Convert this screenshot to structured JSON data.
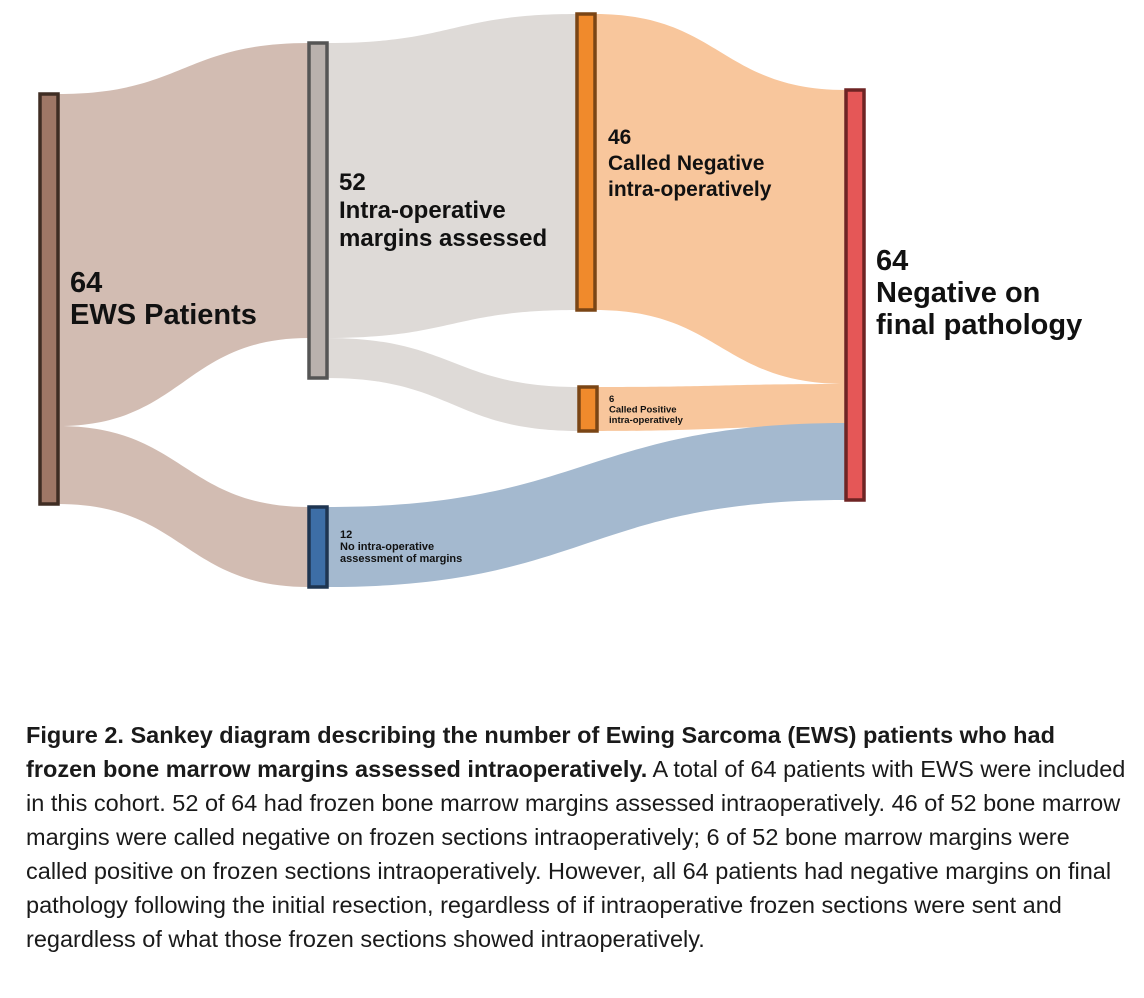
{
  "diagram": {
    "type": "sankey",
    "nodes": [
      {
        "id": "ews",
        "value": "64",
        "label": [
          "EWS Patients"
        ],
        "fill": "#9f7766",
        "stroke": "#3f2d23"
      },
      {
        "id": "assessed",
        "value": "52",
        "label": [
          "Intra-operative",
          "margins assessed"
        ],
        "fill": "#b9b1ad",
        "stroke": "#555555"
      },
      {
        "id": "no_assessment",
        "value": "12",
        "label": [
          "No intra-operative",
          "assessment of margins"
        ],
        "fill": "#3d6ea6",
        "stroke": "#1e3551"
      },
      {
        "id": "neg_called",
        "value": "46",
        "label": [
          "Called Negative",
          "intra-operatively"
        ],
        "fill": "#f08a2c",
        "stroke": "#7a4515"
      },
      {
        "id": "pos_called",
        "value": "6",
        "label": [
          "Called Positive",
          "intra-operatively"
        ],
        "fill": "#f08a2c",
        "stroke": "#7a4515"
      },
      {
        "id": "final_neg",
        "value": "64",
        "label": [
          "Negative on",
          "final pathology"
        ],
        "fill": "#e55757",
        "stroke": "#6e2424"
      }
    ],
    "links": [
      {
        "source": "ews",
        "target": "assessed",
        "value": 52,
        "color": "#d2bcb2"
      },
      {
        "source": "ews",
        "target": "no_assessment",
        "value": 12,
        "color": "#d2bcb2"
      },
      {
        "source": "assessed",
        "target": "neg_called",
        "value": 46,
        "color": "#dedad7"
      },
      {
        "source": "assessed",
        "target": "pos_called",
        "value": 6,
        "color": "#dedad7"
      },
      {
        "source": "neg_called",
        "target": "final_neg",
        "value": 46,
        "color": "#f8c69c"
      },
      {
        "source": "pos_called",
        "target": "final_neg",
        "value": 6,
        "color": "#f8c69c"
      },
      {
        "source": "no_assessment",
        "target": "final_neg",
        "value": 12,
        "color": "#a4b9cf"
      }
    ]
  },
  "caption": {
    "bold": "Figure 2. Sankey diagram describing the number of Ewing Sarcoma (EWS) patients who had frozen bone marrow margins assessed intraoperatively.",
    "text": " A total of 64 patients with EWS were included in this cohort. 52 of 64 had frozen bone marrow margins assessed intraoperatively. 46 of 52 bone marrow margins were called negative on frozen sections intraoperatively; 6 of 52 bone marrow margins were called positive on frozen sections intraoperatively. However, all 64 patients had negative margins on final pathology following the initial resection, regardless of if intraoperative frozen sections were sent and regardless of what those frozen sections showed intraoperatively."
  }
}
